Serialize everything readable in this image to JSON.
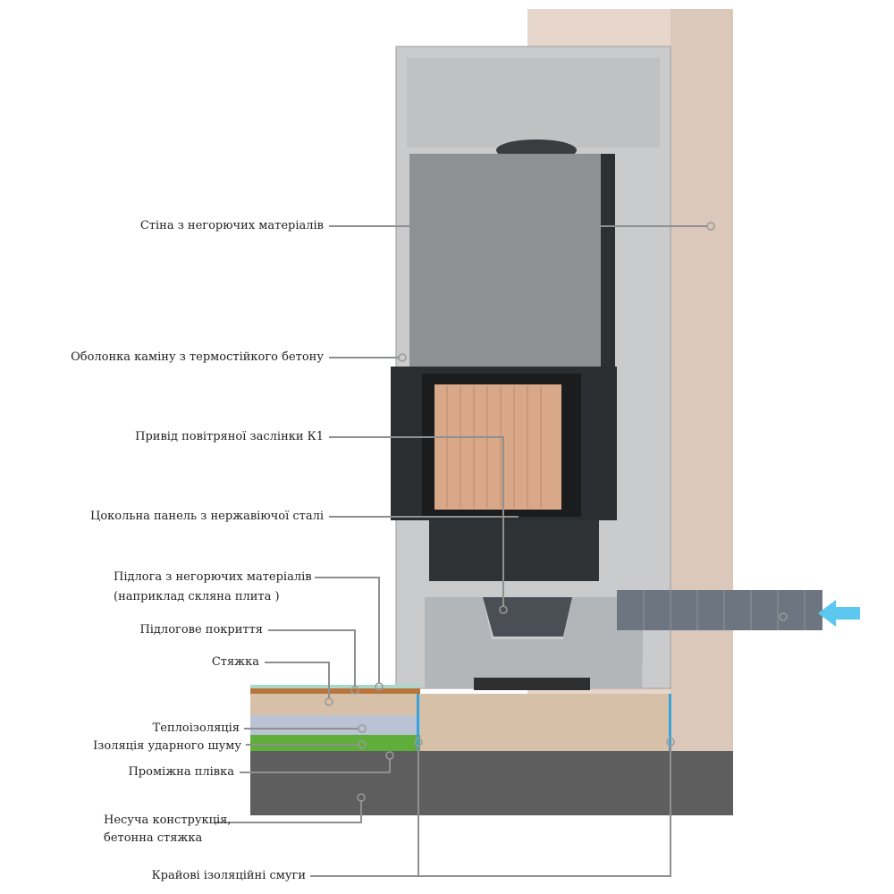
{
  "labels": {
    "wall": "Стіна з негорючих матеріалів",
    "casing": "Оболонка каміну з термостійкого бетону",
    "damper": "Привід повітряної заслінки К1",
    "plinth": "Цокольна панель з нержавіючої сталі",
    "floor_line1": "Підлога з негорючих матеріалів",
    "floor_line2": "(наприклад скляна плита )",
    "covering": "Підлогове покриття",
    "screed": "Стяжка",
    "thermal": "Теплоізоляція",
    "impact": "Ізоляція ударного шуму",
    "film": "Проміжна плівка",
    "structure_line1": "Несуча конструкція,",
    "structure_line2": "бетонна стяжка",
    "edge_strips": "Крайові ізоляційні смуги"
  },
  "colors": {
    "wall": "#e2cdbf",
    "casing": "#c9cbcc",
    "screed": "#d7c0a8",
    "thermal": "#b9c3d3",
    "impact": "#5fad3a",
    "concrete": "#5e5e5e",
    "strip": "#3aa3db",
    "arrow": "#5cc8f0"
  }
}
